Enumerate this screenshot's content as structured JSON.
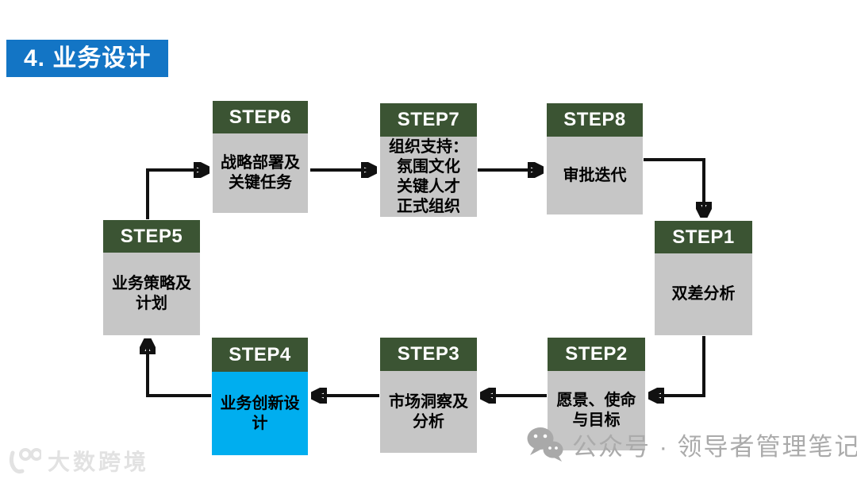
{
  "title": "4. 业务设计",
  "colors": {
    "title-bg": "#1375C5",
    "header-green": "#3B5433",
    "body-gray": "#C6C6C6",
    "highlight-blue": "#00AEEF",
    "arrow-black": "#111111",
    "watermark-gray": "#ABABAB",
    "footer-gray": "#E2E2E2"
  },
  "steps": {
    "step1": {
      "label": "STEP1",
      "lines": [
        "双差分析"
      ]
    },
    "step2": {
      "label": "STEP2",
      "lines": [
        "愿景、使命",
        "与目标"
      ]
    },
    "step3": {
      "label": "STEP3",
      "lines": [
        "市场洞察及",
        "分析"
      ]
    },
    "step4": {
      "label": "STEP4",
      "lines": [
        "业务创新设",
        "计"
      ]
    },
    "step5": {
      "label": "STEP5",
      "lines": [
        "业务策略及",
        "计划"
      ]
    },
    "step6": {
      "label": "STEP6",
      "lines": [
        "战略部署及",
        "关键任务"
      ]
    },
    "step7": {
      "label": "STEP7",
      "lines": [
        "组织支持：",
        "氛围文化",
        "关键人才",
        "正式组织"
      ]
    },
    "step8": {
      "label": "STEP8",
      "lines": [
        "审批迭代"
      ]
    }
  },
  "watermark": {
    "icon": "wechat-icon",
    "text": "公众号 · 领导者管理笔记"
  },
  "footer": {
    "logo_text": "大数跨境"
  }
}
